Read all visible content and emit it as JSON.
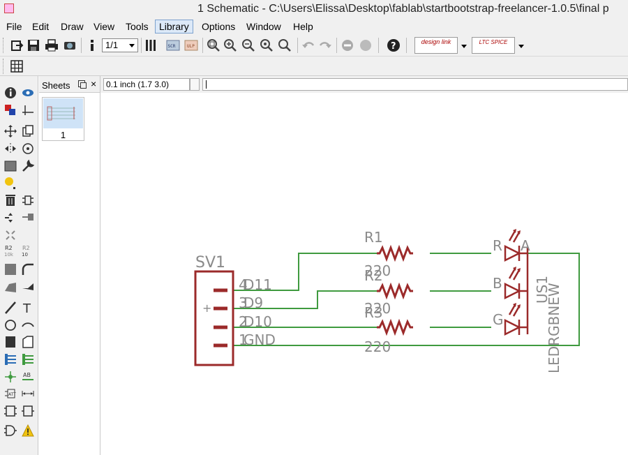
{
  "window": {
    "title": "1 Schematic - C:\\Users\\Elissa\\Desktop\\fablab\\startbootstrap-freelancer-1.0.5\\final p"
  },
  "menu": {
    "items": [
      {
        "label": "File"
      },
      {
        "label": "Edit"
      },
      {
        "label": "Draw"
      },
      {
        "label": "View"
      },
      {
        "label": "Tools"
      },
      {
        "label": "Library"
      },
      {
        "label": "Options"
      },
      {
        "label": "Window"
      },
      {
        "label": "Help"
      }
    ]
  },
  "toolbar": {
    "sheet_select": "1/1",
    "designlink_label": "design link",
    "spice_label": "LTC SPICE"
  },
  "sheets_panel": {
    "title": "Sheets",
    "close_glyph": "×",
    "sheet_number": "1"
  },
  "status": {
    "coordinate": "0.1 inch (1.7 3.0)",
    "command": ""
  },
  "schematic": {
    "connector_name": "SV1",
    "pin_numbers": [
      "4",
      "3",
      "2",
      "1"
    ],
    "pin_signals": [
      "D11",
      "D9",
      "D10",
      "GND"
    ],
    "resistors": [
      {
        "name": "R1",
        "value": "220"
      },
      {
        "name": "R2",
        "value": "220"
      },
      {
        "name": "R3",
        "value": "220"
      }
    ],
    "led_channels": [
      "R",
      "B",
      "G"
    ],
    "led_anode": "A",
    "led_name": "US1",
    "led_value": "LEDRGBNEW",
    "plus_sign": "+"
  },
  "colors": {
    "wire": "#3f9a3f",
    "part": "#9b2a2a",
    "label": "#8a8a8a",
    "thumb_highlight": "#cfe3f7"
  },
  "icons": {
    "toolbar": [
      "open-icon",
      "save-icon",
      "print-icon",
      "cam-icon",
      "sheet-icon",
      "run-ulp-icon",
      "script-icon",
      "zoom-fit-icon",
      "zoom-in-icon",
      "zoom-out-icon",
      "zoom-redraw-icon",
      "zoom-select-icon",
      "undo-icon",
      "redo-icon",
      "stop-icon",
      "go-icon",
      "help-icon"
    ],
    "left": [
      "info-icon",
      "eye-icon",
      "layers-icon",
      "mark-icon",
      "move-icon",
      "copy-icon",
      "mirror-icon",
      "rotate-icon",
      "group-icon",
      "change-icon",
      "lamp-icon",
      "delete-icon",
      "add-icon",
      "pinswap-icon",
      "gateswap-icon",
      "replace-icon",
      "name-icon",
      "value-icon",
      "smash-icon",
      "miter-icon",
      "split-icon",
      "optimize-icon",
      "wire-icon",
      "text-icon",
      "circle-icon",
      "arc-icon",
      "rect-icon",
      "polygon-icon",
      "bus-icon",
      "net-icon",
      "junction-icon",
      "label-icon",
      "attribute-icon",
      "dimension-icon",
      "frame-icon",
      "module-icon",
      "gate-icon",
      "erc-icon"
    ]
  }
}
